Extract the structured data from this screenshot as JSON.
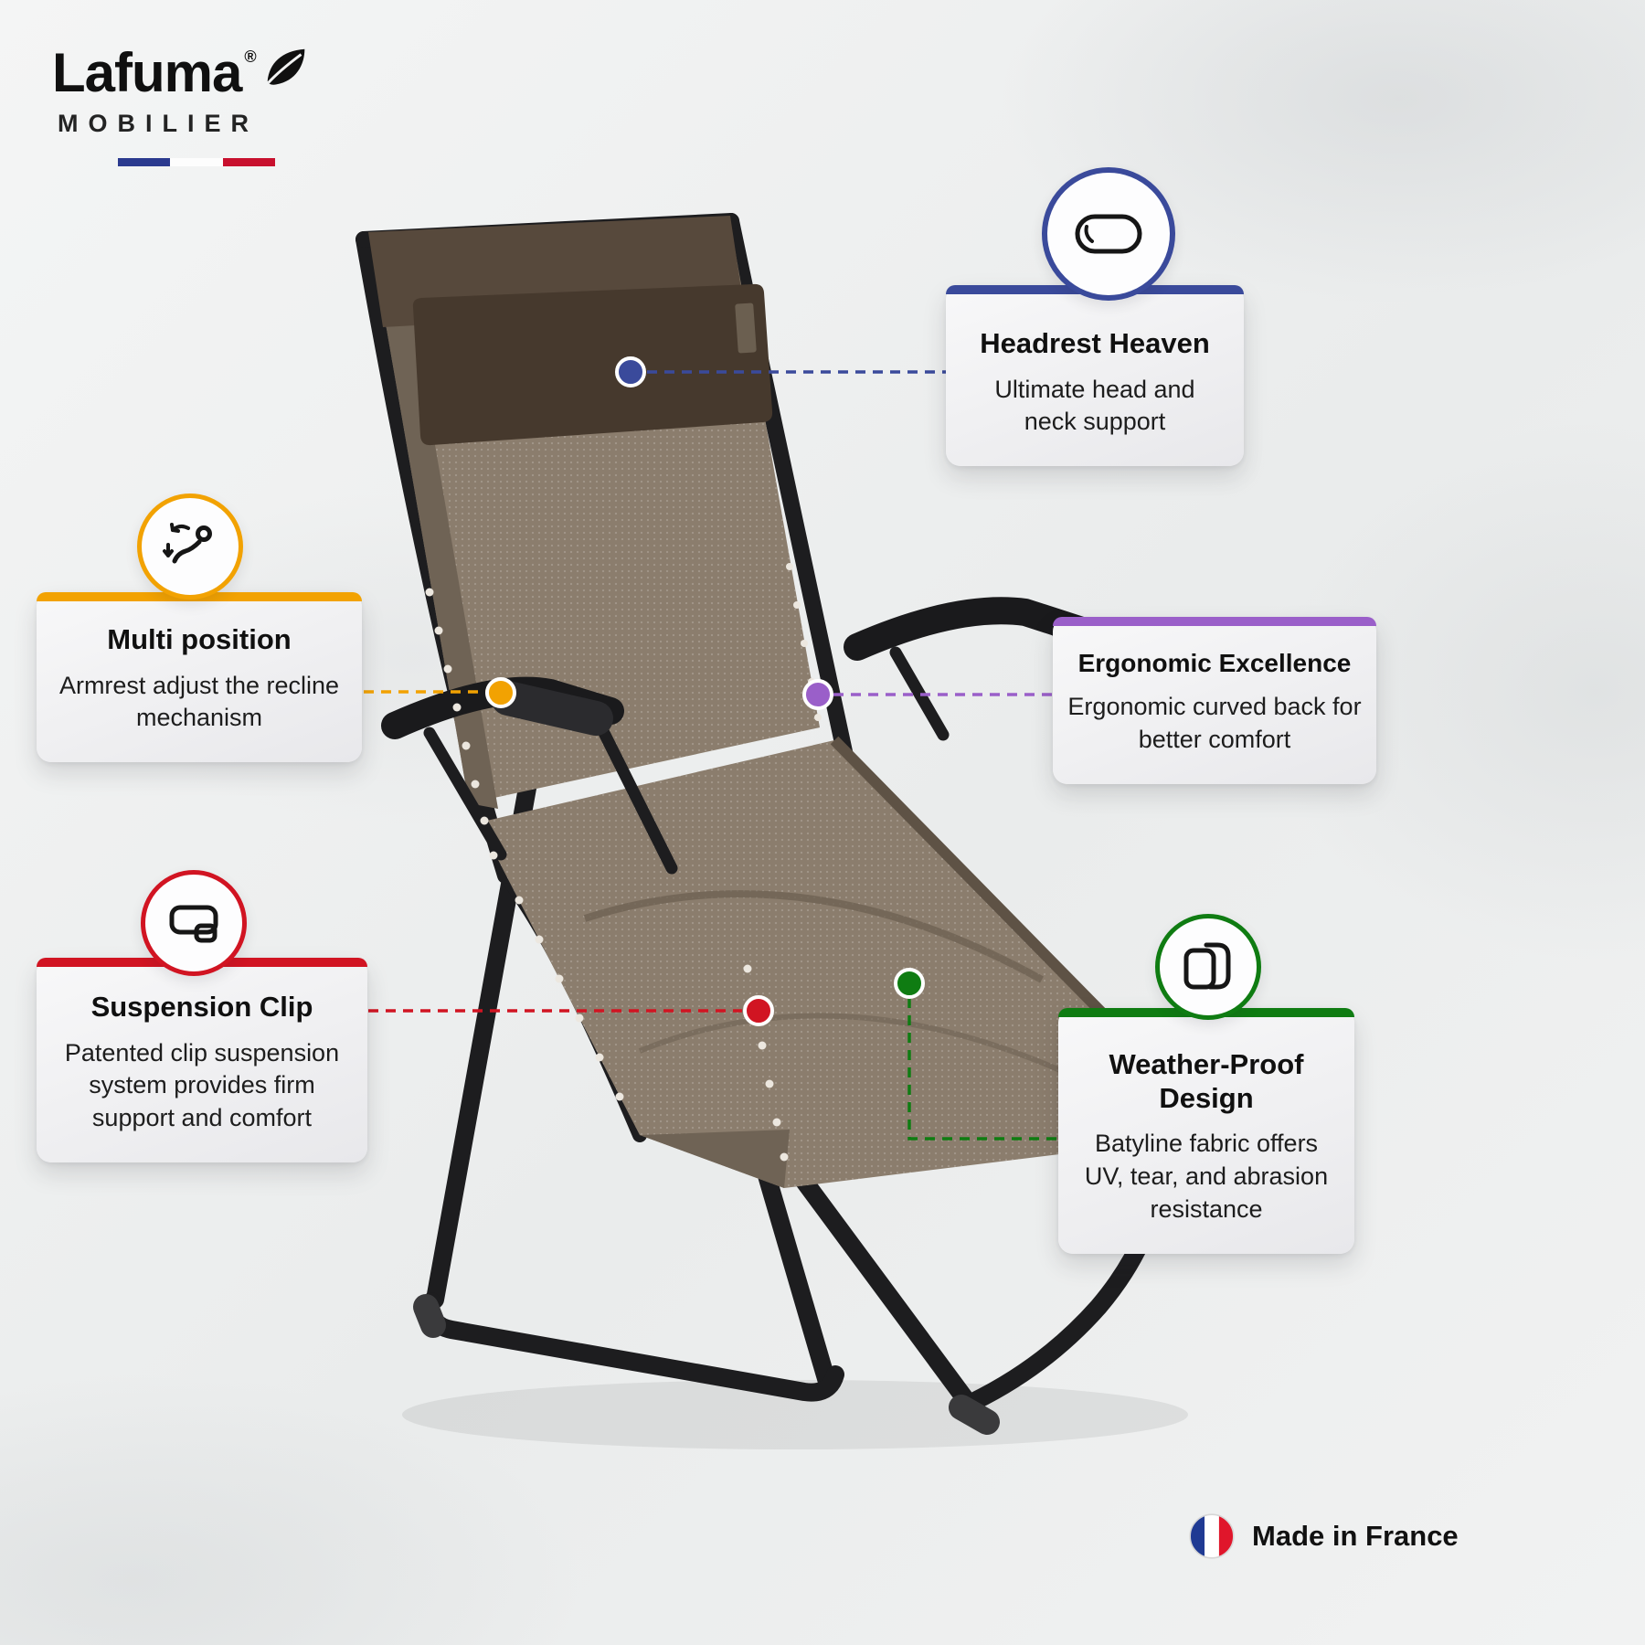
{
  "brand": {
    "name": "Lafuma",
    "registered": "®",
    "subtitle": "MOBILIER",
    "flag_colors": [
      "#2b3a8f",
      "#fdfdfd",
      "#c8102e"
    ]
  },
  "callouts": [
    {
      "id": "headrest",
      "icon": "headrest-icon",
      "accent": "#3a4a9b",
      "title": "Headrest Heaven",
      "body": "Ultimate head and neck support"
    },
    {
      "id": "multi-position",
      "icon": "recline-person-icon",
      "accent": "#f2a202",
      "title": "Multi position",
      "body": "Armrest adjust the recline mechanism"
    },
    {
      "id": "ergonomic",
      "accent": "#9a5fc9",
      "title": "Ergonomic Excellence",
      "body": "Ergonomic curved back for better comfort"
    },
    {
      "id": "suspension-clip",
      "icon": "clip-icon",
      "accent": "#d11422",
      "title": "Suspension Clip",
      "body": "Patented clip suspension system provides firm support and comfort"
    },
    {
      "id": "weather-proof",
      "icon": "fabric-icon",
      "accent": "#0f7c12",
      "title": "Weather-Proof Design",
      "body": "Batyline fabric offers UV, tear, and abrasion resistance"
    }
  ],
  "product": {
    "description": "Zero gravity recliner chair with brown Batyline mesh fabric and black steel frame"
  },
  "footer": {
    "made_in_label": "Made in France"
  }
}
